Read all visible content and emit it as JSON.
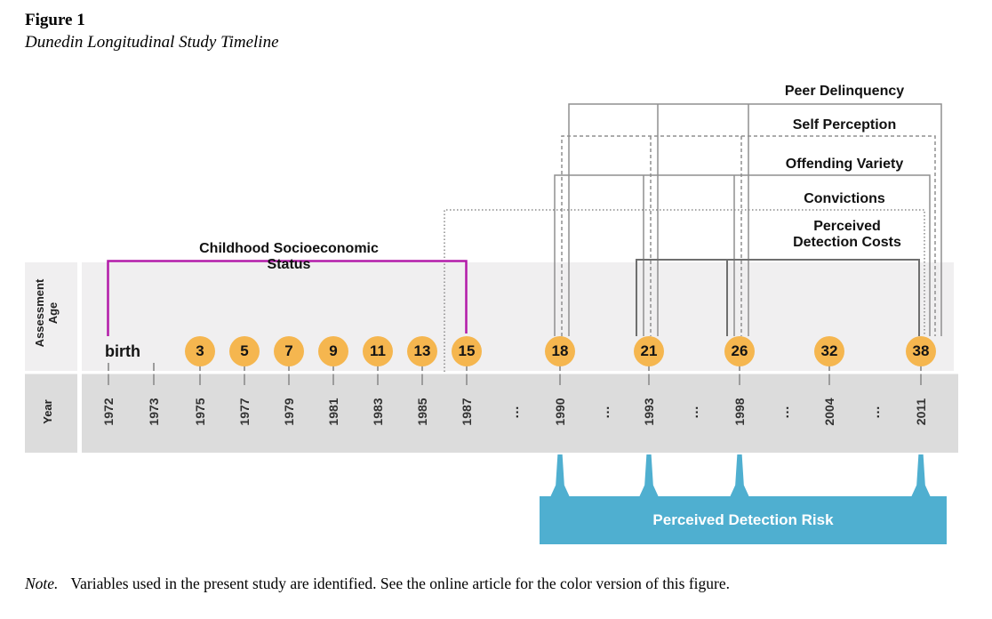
{
  "figure": {
    "label": "Figure 1",
    "title": "Dunedin Longitudinal Study Timeline",
    "note_prefix": "Note.",
    "note_text": "Variables used in the present study are identified. See the online article for the color version of this figure."
  },
  "axis": {
    "age_label": "Assessment Age",
    "year_label": "Year"
  },
  "timeline": {
    "ellipsis": "…"
  },
  "ages": [
    {
      "label": "birth"
    },
    {
      "label": "3"
    },
    {
      "label": "5"
    },
    {
      "label": "7"
    },
    {
      "label": "9"
    },
    {
      "label": "11"
    },
    {
      "label": "13"
    },
    {
      "label": "15"
    },
    {
      "label": "18"
    },
    {
      "label": "21"
    },
    {
      "label": "26"
    },
    {
      "label": "32"
    },
    {
      "label": "38"
    }
  ],
  "years": [
    "1972",
    "1973",
    "1975",
    "1977",
    "1979",
    "1981",
    "1983",
    "1985",
    "1987",
    "1990",
    "1993",
    "1998",
    "2004",
    "2011"
  ],
  "variables": [
    {
      "name": "Peer Delinquency",
      "line_style": "solid",
      "connects_ages": [
        "18",
        "21",
        "26",
        "38"
      ]
    },
    {
      "name": "Self Perception",
      "line_style": "dashed",
      "connects_ages": [
        "18",
        "21",
        "26",
        "38"
      ]
    },
    {
      "name": "Offending Variety",
      "line_style": "solid",
      "connects_ages": [
        "18",
        "21",
        "26",
        "38"
      ]
    },
    {
      "name": "Convictions",
      "line_style": "dotted",
      "connects_ages": [
        "15",
        "38"
      ]
    },
    {
      "name": "Perceived Detection Costs",
      "line_style": "solid",
      "connects_ages": [
        "21",
        "26",
        "38"
      ]
    },
    {
      "name": "Childhood Socioeconomic Status",
      "line_style": "solid",
      "color": "#b21aa8",
      "connects_ages": [
        "birth",
        "15"
      ]
    }
  ],
  "detection_risk": {
    "label": "Perceived Detection Risk",
    "arrow_years": [
      "1990",
      "1993",
      "1998",
      "2011"
    ],
    "color": "#4fafd0"
  },
  "colors": {
    "age_circle": "#f5b64f",
    "css_bracket_magenta": "#b21aa8",
    "bracket_gray": "#8f8f8f",
    "bracket_dark_gray": "#6f6f6f",
    "band_age": "#f0eff0",
    "band_year": "#dcdcdc",
    "detection_risk_blue": "#4fafd0"
  }
}
